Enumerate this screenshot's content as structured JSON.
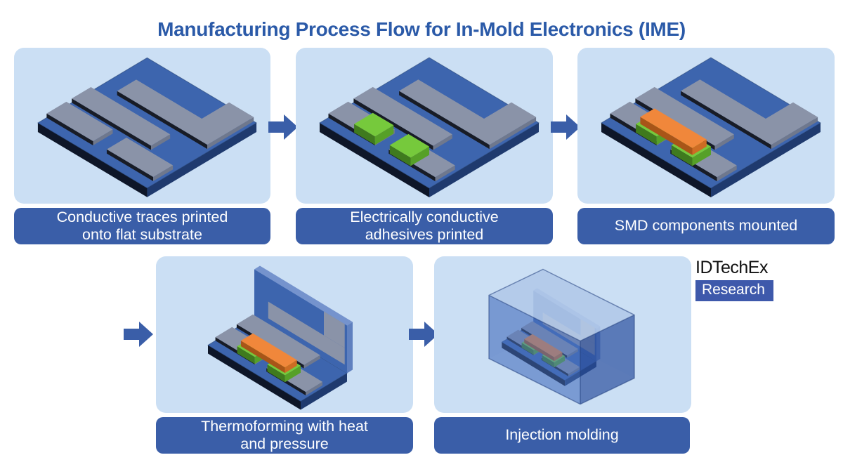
{
  "title": "Manufacturing Process Flow for In-Mold Electronics (IME)",
  "steps": [
    {
      "name": "conductive-traces",
      "caption": "Conductive traces printed\nonto flat substrate"
    },
    {
      "name": "conductive-adhesives",
      "caption": "Electrically conductive\nadhesives printed"
    },
    {
      "name": "smd-mounted",
      "caption": "SMD components mounted"
    },
    {
      "name": "thermoforming",
      "caption": "Thermoforming with heat\nand pressure"
    },
    {
      "name": "injection-molding",
      "caption": "Injection molding"
    }
  ],
  "logo": {
    "brand": "IDTechEx",
    "division": "Research"
  },
  "icons": [
    "flow-arrow-icon"
  ],
  "palette": {
    "title-blue": "#2b5aa8",
    "caption-bg": "#3a5ea8",
    "caption-text": "#ffffff",
    "panel-bg": "#cbdff4",
    "arrow": "#3a5ea8",
    "plate-top": "#3d65ae",
    "plate-sw": "#0e1628",
    "plate-se": "#1f3a6e",
    "trace-top": "#8a93a8",
    "trace-sw": "#181c26",
    "trace-se": "#6f788d",
    "pad-top": "#76c93c",
    "pad-sw": "#3f7a1e",
    "pad-se": "#56a028",
    "comp-top": "#f0873b",
    "comp-sw": "#a85518",
    "comp-se": "#cd6c24",
    "wall-edge": "#7593cd",
    "wall-edge2": "#5f80bf",
    "logo-text": "#111111",
    "logo-bg": "#3e59ab",
    "mold-face": "#4a73c4"
  }
}
